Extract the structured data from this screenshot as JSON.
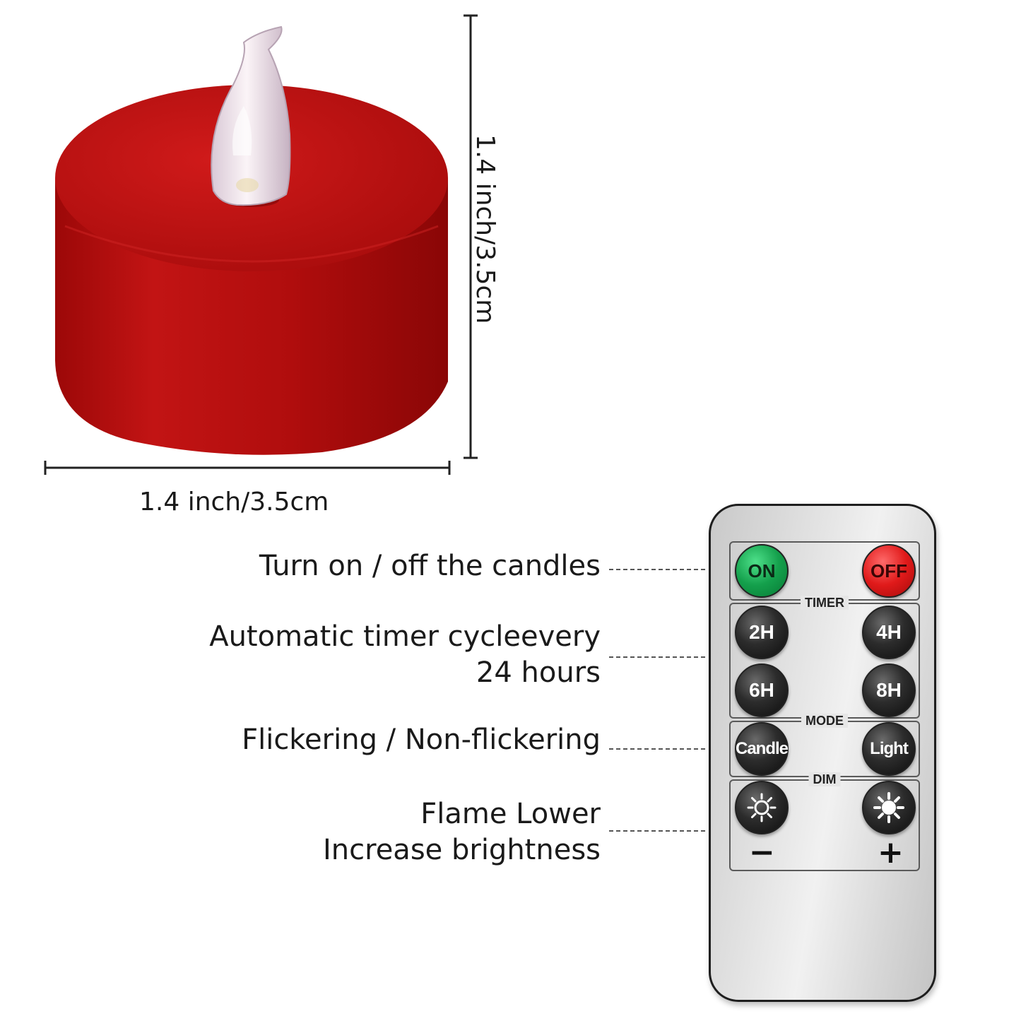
{
  "dimensions": {
    "width": "1.4 inch/3.5cm",
    "height": "1.4 inch/3.5cm"
  },
  "annotations": {
    "on_off": "Turn on / off the candles",
    "timer_line1": "Automatic timer cycleevery",
    "timer_line2": "24 hours",
    "mode": "Flickering / Non-flickering",
    "dim_line1": "Flame Lower",
    "dim_line2": "Increase brightness"
  },
  "remote": {
    "on": "ON",
    "off": "OFF",
    "timer_title": "TIMER",
    "timer_2h": "2H",
    "timer_4h": "4H",
    "timer_6h": "6H",
    "timer_8h": "8H",
    "mode_title": "MODE",
    "mode_candle": "Candle",
    "mode_light": "Light",
    "dim_title": "DIM",
    "minus": "−",
    "plus": "+"
  },
  "colors": {
    "candle_red": "#b50d0d",
    "on_green": "#14a04c",
    "off_red": "#e01a1a"
  },
  "icons": {
    "dim_down": "sun-outline-icon",
    "dim_up": "sun-filled-icon"
  }
}
